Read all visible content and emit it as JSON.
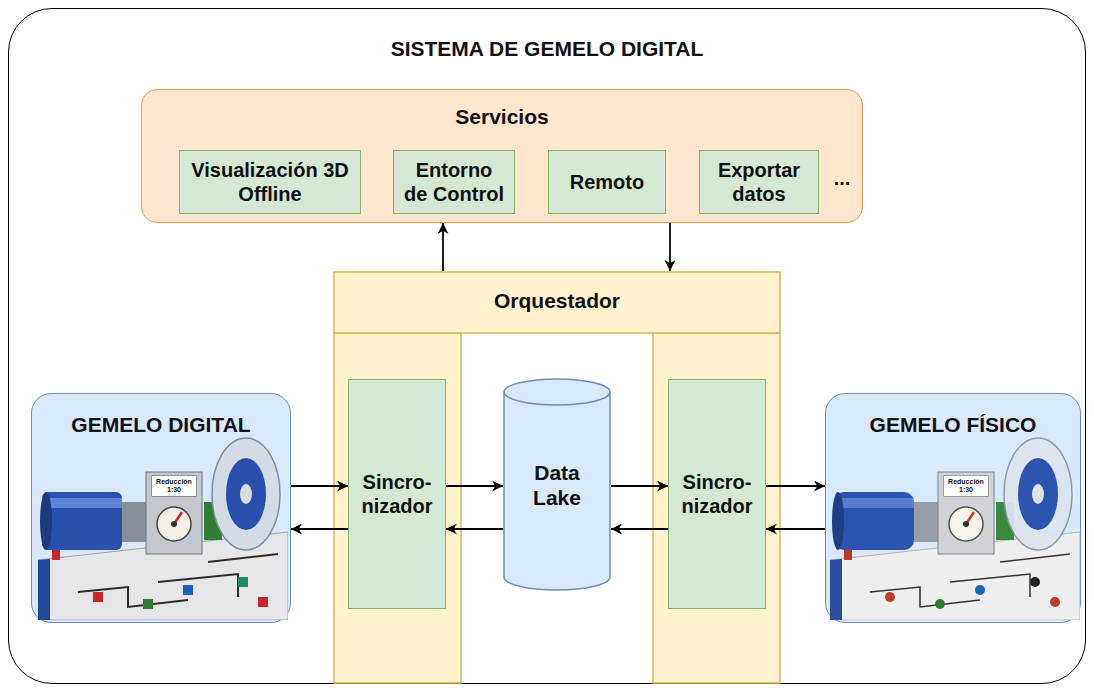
{
  "diagram": {
    "title": "SISTEMA DE GEMELO DIGITAL",
    "nodes": [
      {
        "text": [
          "SISTEMA DE GEMELO DIGITAL"
        ]
      },
      {
        "text": [
          "Servicios"
        ],
        "in": 0
      },
      {
        "text": [
          "Visualización 3D Offline"
        ],
        "in": 1
      },
      {
        "text": [
          "Entorno de Control"
        ],
        "in": 1
      },
      {
        "text": [
          "Remoto"
        ],
        "in": 1
      },
      {
        "text": [
          "Exportar datos"
        ],
        "in": 1
      },
      {
        "text": [
          "Orquestador"
        ],
        "in": 0
      },
      {
        "text": [
          "Sincro- nizador"
        ],
        "in": 6
      },
      {
        "text": [
          "Sincro- nizador"
        ],
        "in": 6
      },
      {
        "text": [
          "Data Lake"
        ],
        "in": 0
      },
      {
        "text": [
          "GEMELO DIGITAL"
        ],
        "in": 0
      },
      {
        "text": [
          "GEMELO FÍSICO"
        ],
        "in": 0
      }
    ],
    "edges": [
      {
        "from": 6,
        "to": 1,
        "arrow": "to"
      },
      {
        "from": 1,
        "to": 6,
        "arrow": "to"
      },
      {
        "from": 10,
        "to": 7,
        "arrow": "to"
      },
      {
        "from": 7,
        "to": 10,
        "arrow": "to"
      },
      {
        "from": 7,
        "to": 9,
        "arrow": "to"
      },
      {
        "from": 9,
        "to": 7,
        "arrow": "to"
      },
      {
        "from": 9,
        "to": 8,
        "arrow": "to"
      },
      {
        "from": 8,
        "to": 9,
        "arrow": "to"
      },
      {
        "from": 8,
        "to": 11,
        "arrow": "to"
      },
      {
        "from": 11,
        "to": 8,
        "arrow": "to"
      }
    ],
    "labels": [
      "...",
      "Reducción 1:30",
      "Reducción 1:30"
    ]
  }
}
